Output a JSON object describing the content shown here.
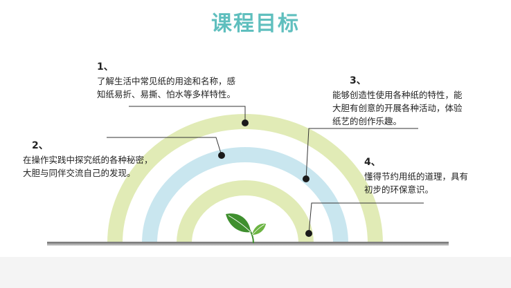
{
  "title": "课程目标",
  "colors": {
    "title": "#5fbfbe",
    "arc_outer": "#e1ebb6",
    "arc_middle": "#c9e6ef",
    "arc_inner": "#e1ebb6",
    "marker": "#1a1a1a",
    "leader_line": "#333333",
    "ground": "#9a9a9a",
    "leaf_dark": "#3f8f2e",
    "leaf_light": "#6cb443"
  },
  "goals": [
    {
      "number": "1、",
      "lines": [
        "了解生活中常见纸的用途和名称，感",
        "知纸易折、易撕、怕水等多样特性。"
      ]
    },
    {
      "number": "2、",
      "lines": [
        "在操作实践中探究纸的各种秘密，",
        "大胆与同伴交流自己的发现。"
      ]
    },
    {
      "number": "3、",
      "lines": [
        "能够创造性使用各种纸的特性，能",
        "大胆有创意的开展各种活动，体验",
        "纸艺的创作乐趣。"
      ]
    },
    {
      "number": "4、",
      "lines": [
        "懂得节约用纸的道理，具有",
        "初步的环保意识。"
      ]
    }
  ],
  "icons": {
    "sprout": "sprout-icon"
  }
}
